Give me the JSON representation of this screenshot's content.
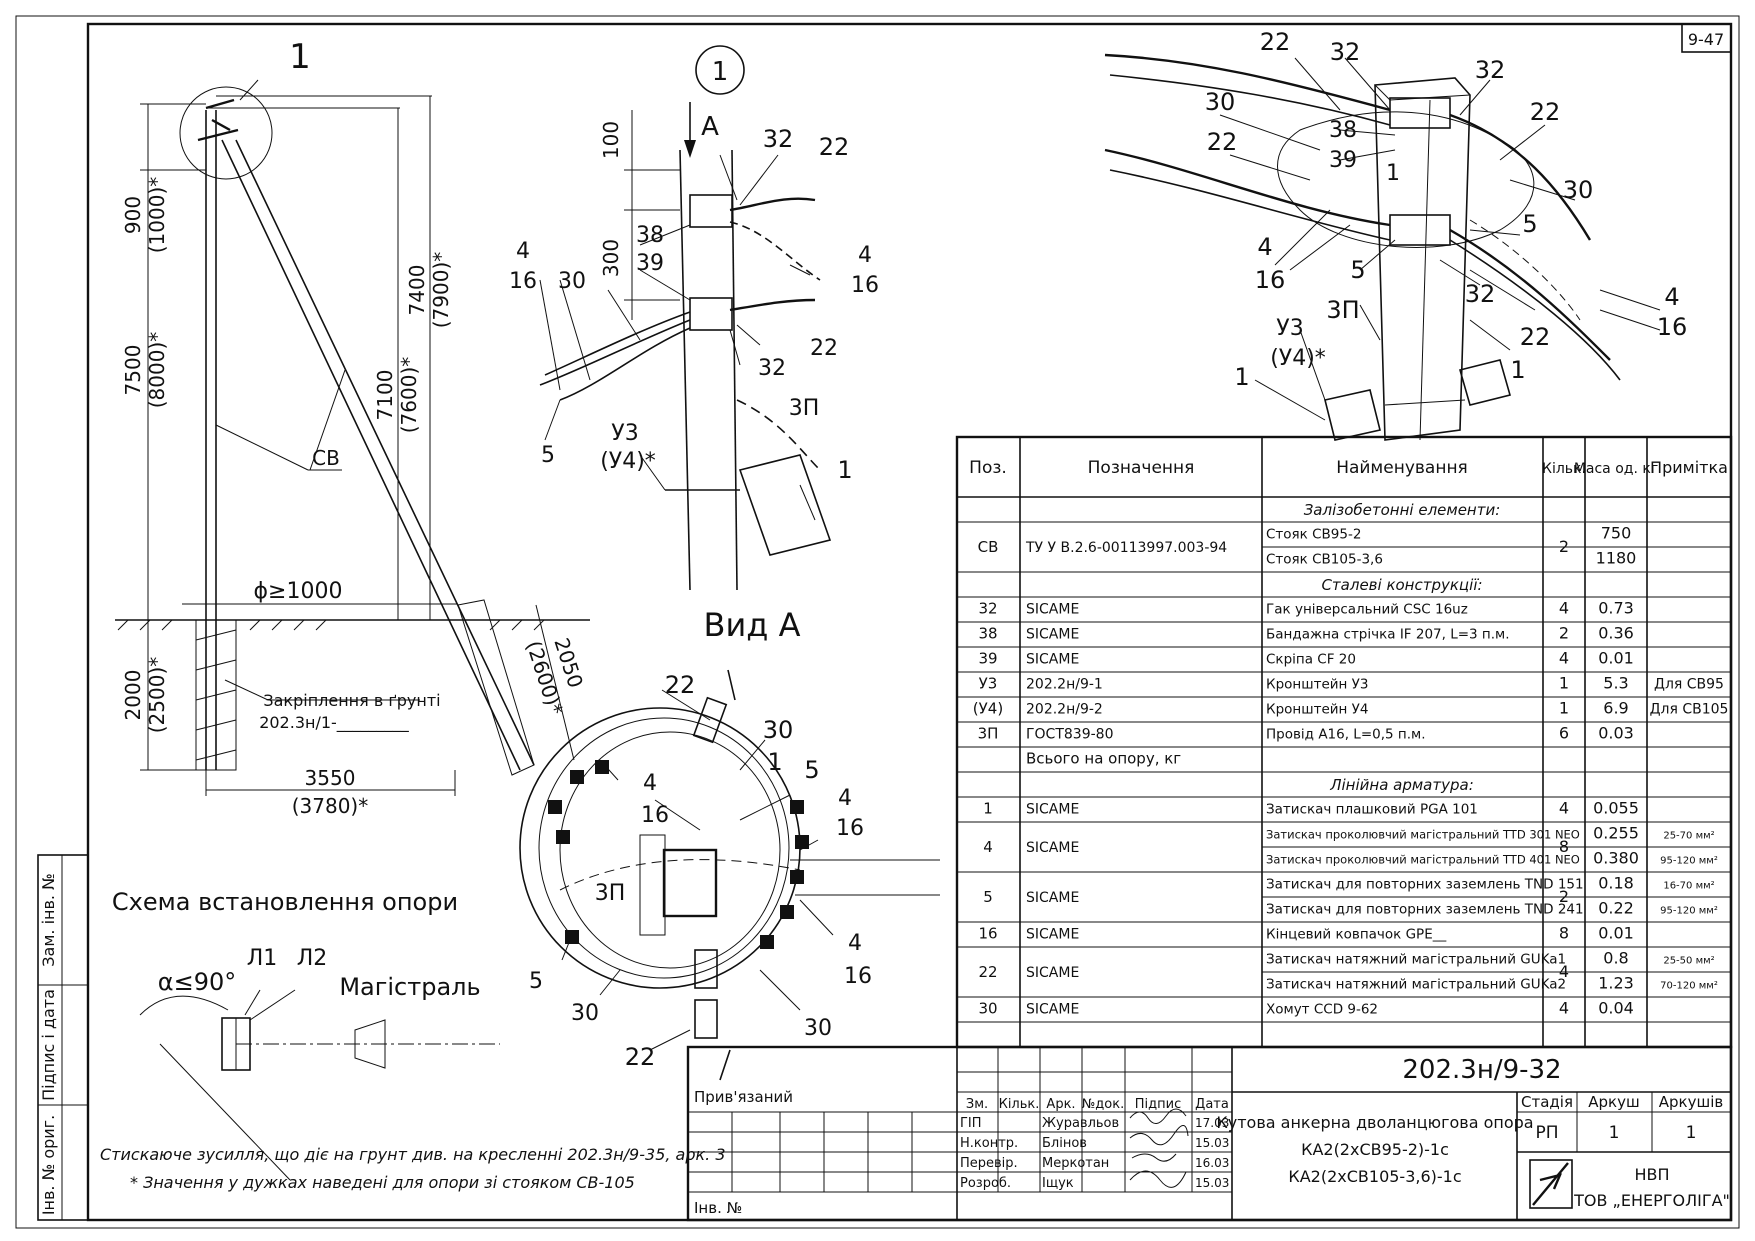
{
  "sheet_number": "9-47",
  "drawing_code": "202.3н/9-32",
  "left_panel": {
    "callout": "1",
    "dim_900": "900",
    "dim_1000": "(1000)*",
    "dim_7500": "7500",
    "dim_8000": "(8000)*",
    "dim_7400": "7400",
    "dim_7900": "(7900)*",
    "dim_7100": "7100",
    "dim_7600": "(7600)*",
    "label_cv": "СВ",
    "phi": "ϕ≥1000",
    "dim_2000": "2000",
    "dim_2500": "(2500)*",
    "ground_fixing_1": "Закріплення в ґрунті",
    "ground_fixing_2": "202.3н/1-_________",
    "dim_3550": "3550",
    "dim_3780": "(3780)*",
    "dim_2050": "2050",
    "dim_2600": "(2600)*",
    "scheme_title": "Схема встановлення опори",
    "alpha": "α≤90°",
    "l1": "Л1",
    "l2": "Л2",
    "mainline": "Магістраль",
    "note_1": "Стискаюче зусилля, що діє на грунт див. на кресленні 202.3н/9-35, арк. 3",
    "note_2": "* Значення у дужках наведені для опори зі стояком СВ-105"
  },
  "detail_view": {
    "callout": "1",
    "arrow_a": "А",
    "dim_100": "100",
    "dim_300": "300",
    "labels": [
      "32",
      "22",
      "38",
      "39",
      "4",
      "16",
      "4",
      "16",
      "30",
      "22",
      "32",
      "3П",
      "5",
      "У3",
      "(У4)*",
      "1"
    ],
    "view_a": "Вид А",
    "view_a_labels": [
      "22",
      "30",
      "1",
      "5",
      "4",
      "16",
      "4",
      "16",
      "3П",
      "5",
      "30",
      "30",
      "22",
      "4",
      "16"
    ]
  },
  "iso_view": {
    "labels": [
      "22",
      "32",
      "32",
      "30",
      "38",
      "39",
      "22",
      "1",
      "22",
      "30",
      "5",
      "4",
      "16",
      "5",
      "3П",
      "32",
      "4",
      "16",
      "22",
      "У3",
      "(У4)*",
      "1",
      "1"
    ]
  },
  "table": {
    "headers": [
      "Поз.",
      "Позначення",
      "Найменування",
      "Кільк.",
      "Маса од. кг",
      "Примітка"
    ],
    "section_1": "Залізобетонні елементи:",
    "rows_1": [
      {
        "pos": "СВ",
        "code": "ТУ У В.2.6-00113997.003-94",
        "name": "Стояк СВ95-2",
        "qty": "2",
        "mass": "750",
        "note": ""
      },
      {
        "pos": "",
        "code": "",
        "name": "Стояк СВ105-3,6",
        "qty": "",
        "mass": "1180",
        "note": ""
      }
    ],
    "section_2": "Сталеві конструкції:",
    "rows_2": [
      {
        "pos": "32",
        "code": "SICAME",
        "name": "Гак універсальний CSC 16uz",
        "qty": "4",
        "mass": "0.73",
        "note": ""
      },
      {
        "pos": "38",
        "code": "SICAME",
        "name": "Бандажна стрічка IF 207, L=3 п.м.",
        "qty": "2",
        "mass": "0.36",
        "note": ""
      },
      {
        "pos": "39",
        "code": "SICAME",
        "name": "Скріпа CF 20",
        "qty": "4",
        "mass": "0.01",
        "note": ""
      },
      {
        "pos": "У3",
        "code": "202.2н/9-1",
        "name": "Кронштейн У3",
        "qty": "1",
        "mass": "5.3",
        "note": "Для СВ95"
      },
      {
        "pos": "(У4)",
        "code": "202.2н/9-2",
        "name": "Кронштейн У4",
        "qty": "1",
        "mass": "6.9",
        "note": "Для СВ105"
      },
      {
        "pos": "3П",
        "code": "ГОСТ839-80",
        "name": "Провід А16, L=0,5 п.м.",
        "qty": "6",
        "mass": "0.03",
        "note": ""
      },
      {
        "pos": "",
        "code": "Всього на опору, кг",
        "name": "",
        "qty": "",
        "mass": "",
        "note": ""
      }
    ],
    "section_3": "Лінійна арматура:",
    "rows_3": [
      {
        "pos": "1",
        "code": "SICAME",
        "name": "Затискач плашковий PGA 101",
        "qty": "4",
        "mass": "0.055",
        "note": ""
      },
      {
        "pos": "4",
        "code": "SICAME",
        "name": "Затискач проколювчий магістральний TTD 301 NEO",
        "qty": "8",
        "mass": "0.255",
        "note": "25-70 мм²"
      },
      {
        "pos": "",
        "code": "",
        "name": "Затискач проколювчий магістральний TTD 401 NEO",
        "qty": "",
        "mass": "0.380",
        "note": "95-120 мм²"
      },
      {
        "pos": "5",
        "code": "SICAME",
        "name": "Затискач для повторних заземлень TND 151",
        "qty": "2",
        "mass": "0.18",
        "note": "16-70 мм²"
      },
      {
        "pos": "",
        "code": "",
        "name": "Затискач для повторних заземлень TND 241",
        "qty": "",
        "mass": "0.22",
        "note": "95-120 мм²"
      },
      {
        "pos": "16",
        "code": "SICAME",
        "name": "Кінцевий ковпачок GPE__",
        "qty": "8",
        "mass": "0.01",
        "note": ""
      },
      {
        "pos": "22",
        "code": "SICAME",
        "name": "Затискач натяжний магістральний GUKa1",
        "qty": "4",
        "mass": "0.8",
        "note": "25-50 мм²"
      },
      {
        "pos": "",
        "code": "",
        "name": "Затискач натяжний магістральний GUKa2",
        "qty": "",
        "mass": "1.23",
        "note": "70-120 мм²"
      },
      {
        "pos": "30",
        "code": "SICAME",
        "name": "Хомут CCD 9-62",
        "qty": "4",
        "mass": "0.04",
        "note": ""
      }
    ]
  },
  "title_block": {
    "bound": "Прив'язаний",
    "inv": "Інв. №",
    "cols": [
      "Зм.",
      "Кільк.",
      "Арк.",
      "№док.",
      "Підпис",
      "Дата"
    ],
    "staff": [
      {
        "role": "ГІП",
        "name": "Журавльов",
        "date": "17.03"
      },
      {
        "role": "Н.контр.",
        "name": "Блінов",
        "date": "15.03"
      },
      {
        "role": "Перевір.",
        "name": "Меркотан",
        "date": "16.03"
      },
      {
        "role": "Розроб.",
        "name": "Іщук",
        "date": "15.03"
      }
    ],
    "description_1": "Кутова анкерна дволанцюгова опора",
    "description_2": "КА2(2хСВ95-2)-1с",
    "description_3": "КА2(2хСВ105-3,6)-1с",
    "stage_label": "Стадія",
    "sheet_label": "Аркуш",
    "sheets_label": "Аркушів",
    "stage": "РП",
    "sheet": "1",
    "sheets": "1",
    "company_1": "НВП",
    "company_2": "ТОВ „ЕНЕРГОЛІГА\""
  },
  "side_stamps": [
    "Інв. № ориг.",
    "Підпис і дата",
    "Зам. інв. №"
  ]
}
